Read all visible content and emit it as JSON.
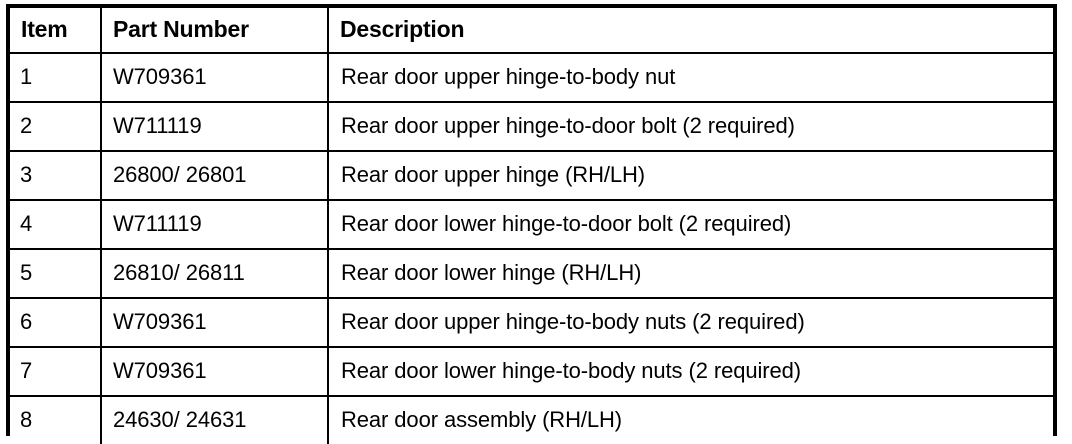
{
  "document": {
    "type": "parts-table",
    "background_color": "#ffffff",
    "text_color": "#000000",
    "border_color": "#000000"
  },
  "table": {
    "columns": [
      {
        "key": "item",
        "label": "Item"
      },
      {
        "key": "part_number",
        "label": "Part Number"
      },
      {
        "key": "description",
        "label": "Description"
      }
    ],
    "rows": [
      {
        "item": "1",
        "part_number": "W709361",
        "description": "Rear door upper hinge-to-body nut"
      },
      {
        "item": "2",
        "part_number": "W711119",
        "description": "Rear door upper hinge-to-door bolt (2 required)"
      },
      {
        "item": "3",
        "part_number": "26800/ 26801",
        "description": "Rear door upper hinge (RH/LH)"
      },
      {
        "item": "4",
        "part_number": "W711119",
        "description": "Rear door lower hinge-to-door bolt (2 required)"
      },
      {
        "item": "5",
        "part_number": "26810/ 26811",
        "description": "Rear door lower hinge (RH/LH)"
      },
      {
        "item": "6",
        "part_number": "W709361",
        "description": "Rear door upper hinge-to-body nuts (2 required)"
      },
      {
        "item": "7",
        "part_number": "W709361",
        "description": "Rear door lower hinge-to-body nuts (2 required)"
      },
      {
        "item": "8",
        "part_number": "24630/ 24631",
        "description": "Rear door assembly (RH/LH)"
      }
    ]
  }
}
